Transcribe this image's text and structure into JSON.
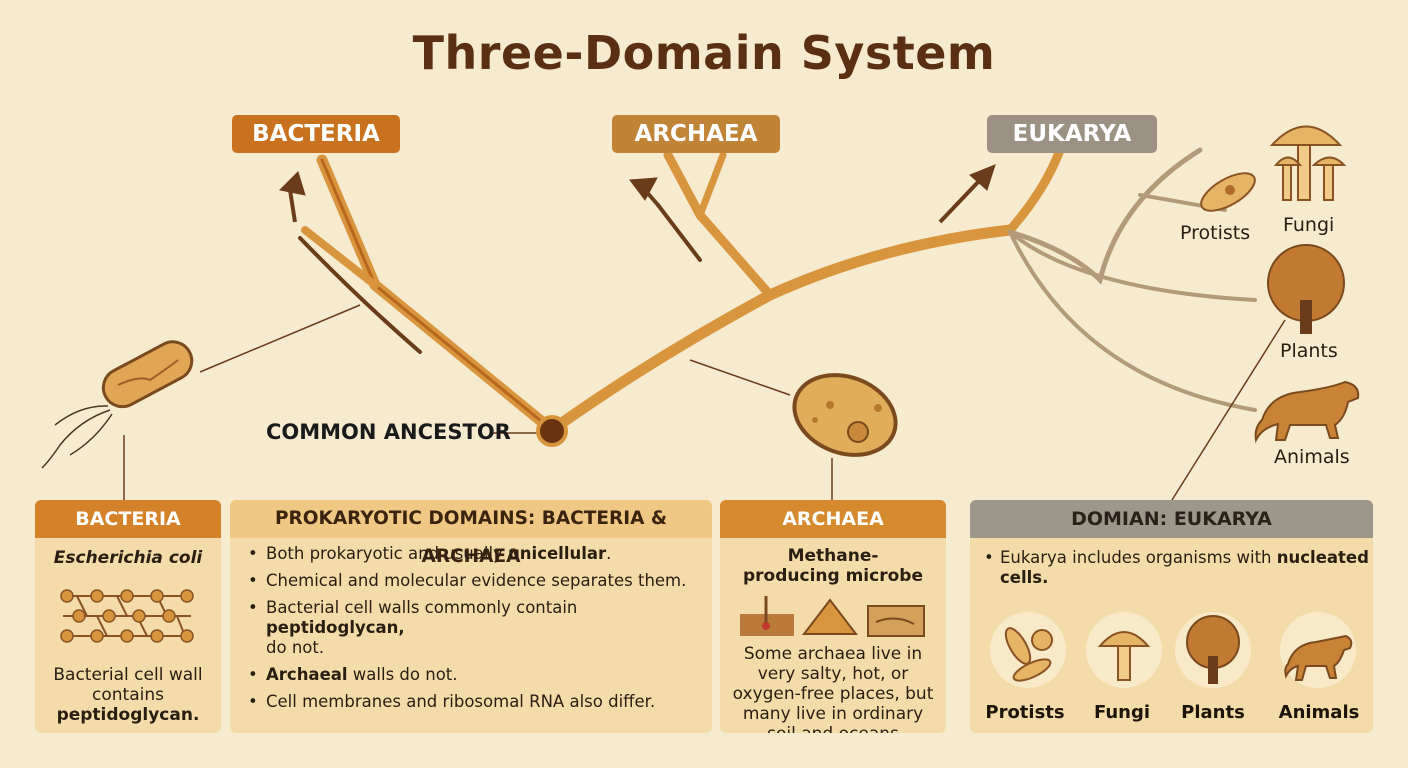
{
  "title": "Three-Domain System",
  "tree": {
    "bacteria_tag": "BACTERIA",
    "archaea_tag": "ARCHAEA",
    "eukarya_tag": "EUKARYA",
    "common_ancestor": "COMMON ANCESTOR",
    "eukarya_groups": [
      "Protists",
      "Fungi",
      "Plants",
      "Animals"
    ]
  },
  "panels": {
    "bacteria": {
      "header": "BACTERIA",
      "example": "Escherichia coli",
      "caption_1": "Bacterial cell wall",
      "caption_2": "contains",
      "caption_3": "peptidoglycan."
    },
    "prokaryotic": {
      "header": "PROKARYOTIC DOMAINS: BACTERIA & ARCHAEA",
      "b1_a": "Both prokaryotic and usually ",
      "b1_b": "unicellular",
      "b1_c": ".",
      "b2": "Chemical and molecular evidence separates them.",
      "b3_a": "Bacterial cell walls commonly contain ",
      "b3_b": "peptidoglycan,",
      "b3_c": " do not.",
      "b4_a": "Archaeal",
      "b4_b": " walls do not.",
      "b5": "Cell membranes and ribosomal RNA also differ."
    },
    "archaea": {
      "header": "ARCHAEA",
      "example": "Methane-producing microbe",
      "caption": "Some archaea live in very salty, hot, or oxygen-free places, but many live in ordinary soil and oceans"
    },
    "eukarya": {
      "header": "DOMIAN: EUKARYA",
      "text_a": "Eukarya includes organisms with ",
      "text_b": "nucleated cells.",
      "groups": [
        "Protists",
        "Fungi",
        "Plants",
        "Animals"
      ]
    }
  },
  "colors": {
    "bacteria": "#c8711e",
    "archaea": "#bf8436",
    "eukarya": "#9b9284",
    "branch": "#d9953d",
    "background": "#f7ebcf"
  }
}
